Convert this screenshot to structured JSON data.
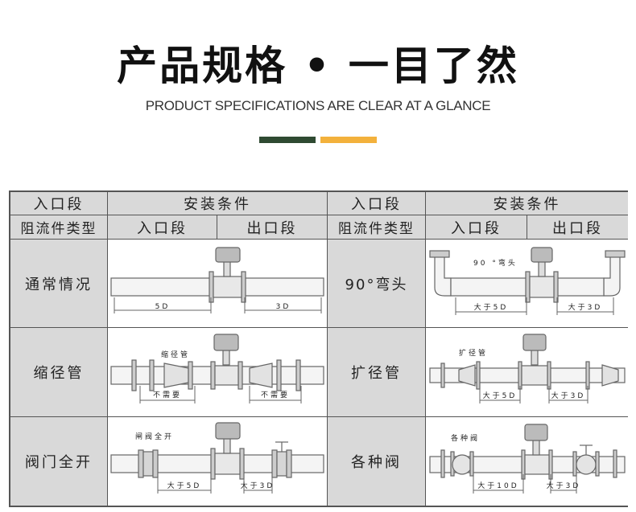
{
  "header": {
    "title": "产品规格 • 一目了然",
    "subtitle": "PRODUCT SPECIFICATIONS ARE CLEAR AT A GLANCE",
    "accent_colors": [
      "#2f4a32",
      "#f3b13c"
    ]
  },
  "table": {
    "left_group": {
      "inlet_header": "入口段",
      "install_header": "安装条件",
      "type_header": "阻流件类型",
      "inlet_sub": "入口段",
      "outlet_sub": "出口段"
    },
    "right_group": {
      "inlet_header": "入口段",
      "install_header": "安装条件",
      "type_header": "阻流件类型",
      "inlet_sub": "入口段",
      "outlet_sub": "出口段"
    },
    "rows": [
      {
        "left_label": "通常情况",
        "right_label": "90°弯头",
        "left_diagram": {
          "upstream": "5D",
          "downstream": "3D"
        },
        "right_diagram": {
          "note": "90 °弯头",
          "upstream": "大于5D",
          "downstream": "大于3D"
        }
      },
      {
        "left_label": "缩径管",
        "right_label": "扩径管",
        "left_diagram": {
          "note": "缩径管",
          "upstream": "不需要",
          "downstream": "不需要"
        },
        "right_diagram": {
          "note": "扩径管",
          "upstream": "大于5D",
          "downstream": "大于3D"
        }
      },
      {
        "left_label": "阀门全开",
        "right_label": "各种阀",
        "left_diagram": {
          "note": "闸阀全开",
          "upstream": "大于5D",
          "downstream": "大于3D"
        },
        "right_diagram": {
          "note": "各种阀",
          "upstream": "大于10D",
          "downstream": "大于3D"
        }
      }
    ]
  }
}
